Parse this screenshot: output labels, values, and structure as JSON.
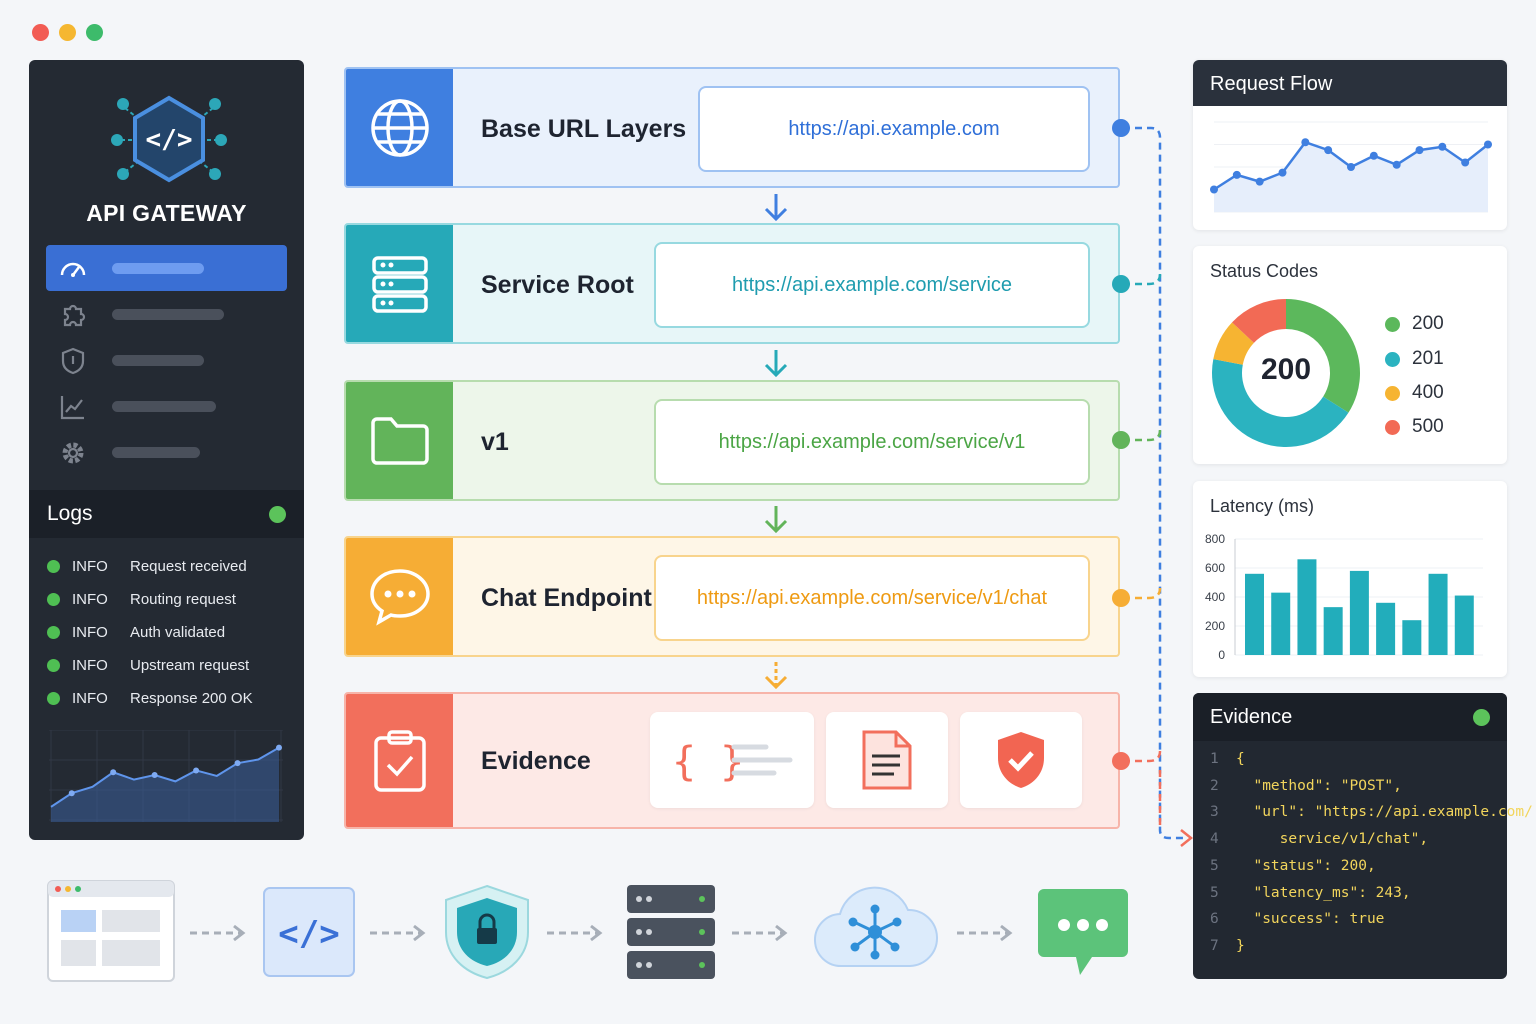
{
  "window": {
    "controls": [
      "#f25c54",
      "#f5b731",
      "#3dbb6b"
    ]
  },
  "sidebar": {
    "brand": "API GATEWAY",
    "items": [
      {
        "icon": "dashboard-gauge-icon",
        "active": true
      },
      {
        "icon": "plugin-puzzle-icon",
        "active": false
      },
      {
        "icon": "shield-icon",
        "active": false
      },
      {
        "icon": "analytics-chart-icon",
        "active": false
      },
      {
        "icon": "settings-gear-icon",
        "active": false
      }
    ]
  },
  "logs": {
    "title": "Logs",
    "entries": [
      {
        "level": "INFO",
        "message": "Request received"
      },
      {
        "level": "INFO",
        "message": "Routing request"
      },
      {
        "level": "INFO",
        "message": "Auth validated"
      },
      {
        "level": "INFO",
        "message": "Upstream request"
      },
      {
        "level": "INFO",
        "message": "Response 200 OK"
      }
    ]
  },
  "layers": [
    {
      "title": "Base URL Layers",
      "url": "https://api.example.com",
      "icon": "globe-icon",
      "color": "#3f7fe0"
    },
    {
      "title": "Service Root",
      "url": "https://api.example.com/service",
      "icon": "server-icon",
      "color": "#26a9b8"
    },
    {
      "title": "v1",
      "url": "https://api.example.com/service/v1",
      "icon": "folder-icon",
      "color": "#62b45a"
    },
    {
      "title": "Chat Endpoint",
      "url": "https://api.example.com/service/v1/chat",
      "icon": "chat-bubble-icon",
      "color": "#f6ad35"
    },
    {
      "title": "Evidence",
      "url": "",
      "icon": "clipboard-check-icon",
      "color": "#f26f5c"
    }
  ],
  "evidence_cards": [
    "json-braces-icon",
    "document-icon",
    "shield-check-icon"
  ],
  "request_flow": {
    "title": "Request Flow"
  },
  "status_codes": {
    "title": "Status Codes",
    "center_label": "200",
    "legend": [
      {
        "label": "200",
        "color": "#5cb85c"
      },
      {
        "label": "201",
        "color": "#2bb3c0"
      },
      {
        "label": "400",
        "color": "#f6b432"
      },
      {
        "label": "500",
        "color": "#f26a55"
      }
    ]
  },
  "latency": {
    "title": "Latency (ms)"
  },
  "evidence_panel": {
    "title": "Evidence",
    "lines": [
      {
        "n": "1",
        "text": "{"
      },
      {
        "n": "2",
        "text": "  \"method\": \"POST\","
      },
      {
        "n": "3",
        "text": "  \"url\": \"https://api.example.com/"
      },
      {
        "n": "4",
        "text": "     service/v1/chat\","
      },
      {
        "n": "5",
        "text": "  \"status\": 200,"
      },
      {
        "n": "5",
        "text": "  \"latency_ms\": 243,"
      },
      {
        "n": "6",
        "text": "  \"success\": true"
      },
      {
        "n": "7",
        "text": "}"
      }
    ]
  },
  "chart_data": [
    {
      "type": "line",
      "title": "Request Flow",
      "x": [
        1,
        2,
        3,
        4,
        5,
        6,
        7,
        8,
        9,
        10,
        11,
        12,
        13
      ],
      "values": [
        20,
        33,
        27,
        35,
        62,
        55,
        40,
        50,
        42,
        55,
        58,
        44,
        60
      ],
      "ylim": [
        0,
        80
      ]
    },
    {
      "type": "pie",
      "title": "Status Codes",
      "categories": [
        "200",
        "201",
        "400",
        "500"
      ],
      "values": [
        34,
        44,
        9,
        13
      ]
    },
    {
      "type": "bar",
      "title": "Latency (ms)",
      "categories": [
        "1",
        "2",
        "3",
        "4",
        "5",
        "6",
        "7",
        "8",
        "9"
      ],
      "values": [
        560,
        430,
        660,
        330,
        580,
        360,
        240,
        560,
        410
      ],
      "yticks": [
        "800",
        "600",
        "400",
        "200",
        "0"
      ],
      "ylim": [
        0,
        800
      ]
    },
    {
      "type": "area",
      "title": "",
      "values": [
        10,
        25,
        32,
        48,
        40,
        45,
        38,
        50,
        44,
        58,
        62,
        75
      ],
      "ylim": [
        0,
        90
      ]
    }
  ]
}
